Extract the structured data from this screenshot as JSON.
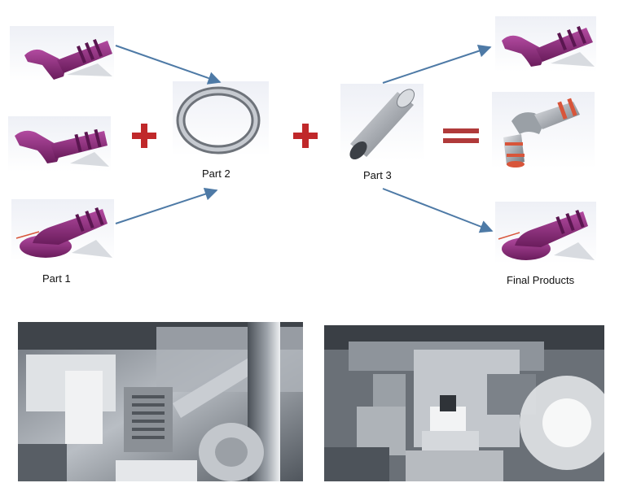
{
  "labels": {
    "part1": "Part 1",
    "part2": "Part 2",
    "part3": "Part 3",
    "final": "Final Products"
  },
  "symbols": {
    "plus": "+",
    "equals": "="
  },
  "colors": {
    "part_purple": "#8a2a78",
    "plus_red": "#c0282a",
    "equals_red": "#b03a3a",
    "arrow_blue": "#4e7aa6",
    "ring_gray": "#9a9fa6",
    "tube_gray": "#b8bcc2",
    "connector_orange": "#d8553a"
  },
  "icons": [
    "plus-icon",
    "equals-icon",
    "arrow-icon",
    "o-ring-icon",
    "tube-icon",
    "connector-icon"
  ]
}
